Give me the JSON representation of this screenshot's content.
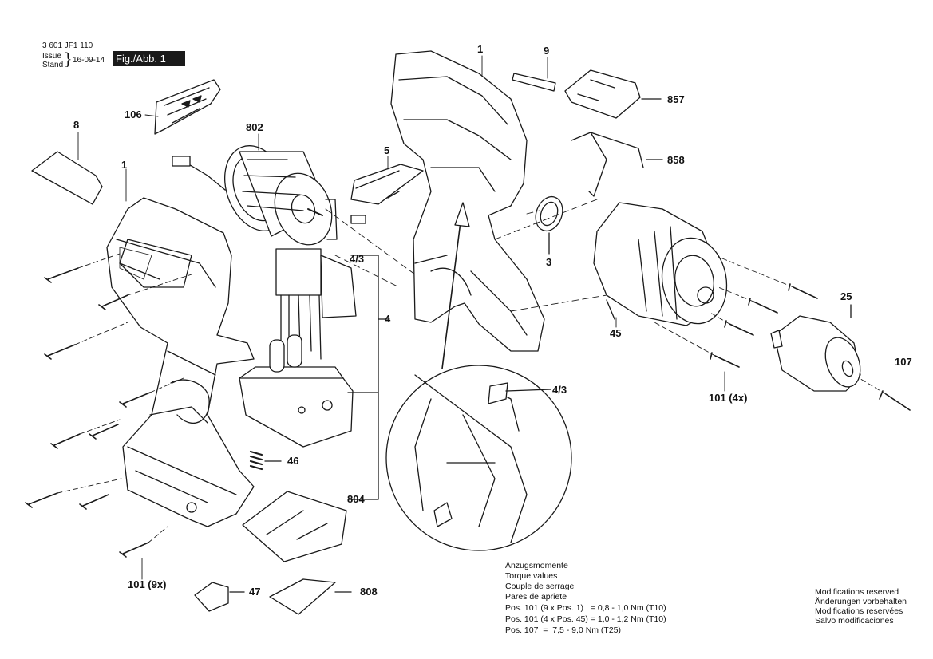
{
  "header": {
    "doc_number": "3 601 JF1 110",
    "issue_label": "Issue",
    "stand_label": "Stand",
    "date": "16-09-14",
    "figure": "Fig./Abb. 1"
  },
  "labels": {
    "p106": "106",
    "p8": "8",
    "p802": "802",
    "p1_left": "1",
    "p5": "5",
    "p1_top": "1",
    "p9": "9",
    "p857": "857",
    "p858": "858",
    "p3": "3",
    "p4_3_a": "4/3",
    "p4": "4",
    "p45": "45",
    "p25": "25",
    "p107": "107",
    "p101_4x": "101 (4x)",
    "p4_3_b": "4/3",
    "p46": "46",
    "p804": "804",
    "p101_9x": "101 (9x)",
    "p47": "47",
    "p808": "808"
  },
  "torque": {
    "lines": [
      "Anzugsmomente",
      "Torque values",
      "Couple de serrage",
      "Pares de apriete"
    ],
    "specs": [
      "Pos. 101 (9 x Pos. 1)   = 0,8 - 1,0 Nm (T10)",
      "Pos. 101 (4 x Pos. 45) = 1,0 - 1,2 Nm (T10)",
      "Pos. 107  =  7,5 - 9,0 Nm (T25)"
    ]
  },
  "modifications": [
    "Modifications reserved",
    "Änderungen vorbehalten",
    "Modifications reservées",
    "Salvo modificaciones"
  ]
}
